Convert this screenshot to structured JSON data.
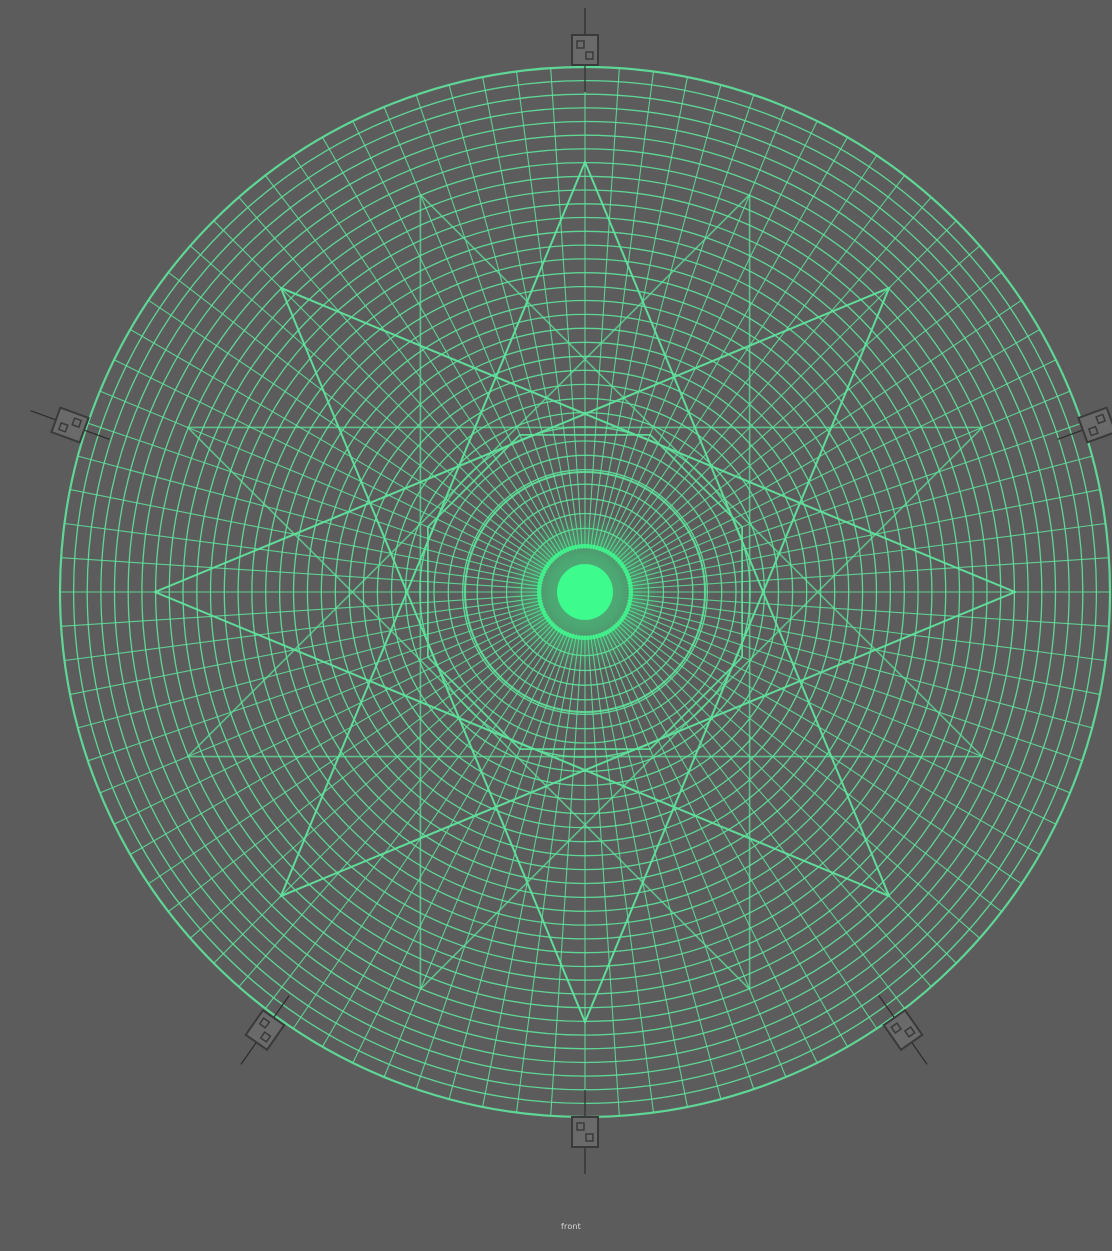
{
  "viewport": {
    "camera_label": "front",
    "background_color": "#5c5c5c",
    "wireframe_color": "#5fe39c",
    "highlight_color": "#3dff8e",
    "locator_color": "#3a3a3a"
  },
  "mesh": {
    "type": "radial-disc-wireframe",
    "concentric_rings": 34,
    "radial_spokes": 96,
    "star_points": 8,
    "selected": true
  },
  "locators": [
    {
      "name": "top",
      "icon": "camera-locator-icon"
    },
    {
      "name": "left",
      "icon": "camera-locator-icon"
    },
    {
      "name": "right",
      "icon": "camera-locator-icon"
    },
    {
      "name": "bottom-left",
      "icon": "camera-locator-icon"
    },
    {
      "name": "bottom-right",
      "icon": "camera-locator-icon"
    },
    {
      "name": "bottom",
      "icon": "camera-locator-icon"
    }
  ]
}
